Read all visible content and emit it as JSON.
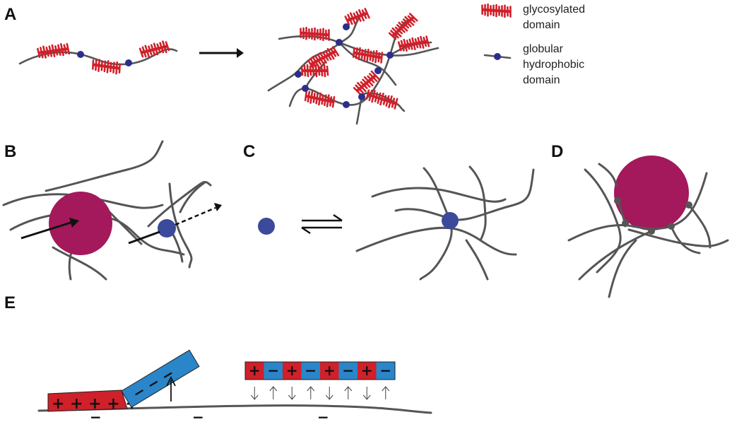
{
  "panels": {
    "a": "A",
    "b": "B",
    "c": "C",
    "d": "D",
    "e": "E"
  },
  "legend": {
    "glycosylated": [
      "glycosylated",
      "domain"
    ],
    "globular": [
      "globular",
      "hydrophobic",
      "domain"
    ]
  },
  "panel_e": {
    "plus_block_signs": "+ + + + +",
    "minus_block_signs": "− − −",
    "segments": [
      "+",
      "−",
      "+",
      "−",
      "+",
      "−",
      "+",
      "−"
    ],
    "surface_charges": [
      "−",
      "−",
      "−"
    ],
    "arrows": [
      "down",
      "up",
      "down",
      "up",
      "down",
      "up",
      "down",
      "up"
    ]
  },
  "colors": {
    "glyco_red": "#d0202a",
    "hydrophobic_blue": "#2b2e8c",
    "large_particle": "#a3195b",
    "small_particle": "#3b4a9a",
    "strand_gray": "#555555",
    "block_red": "#d0202a",
    "block_blue": "#2a85c9"
  }
}
